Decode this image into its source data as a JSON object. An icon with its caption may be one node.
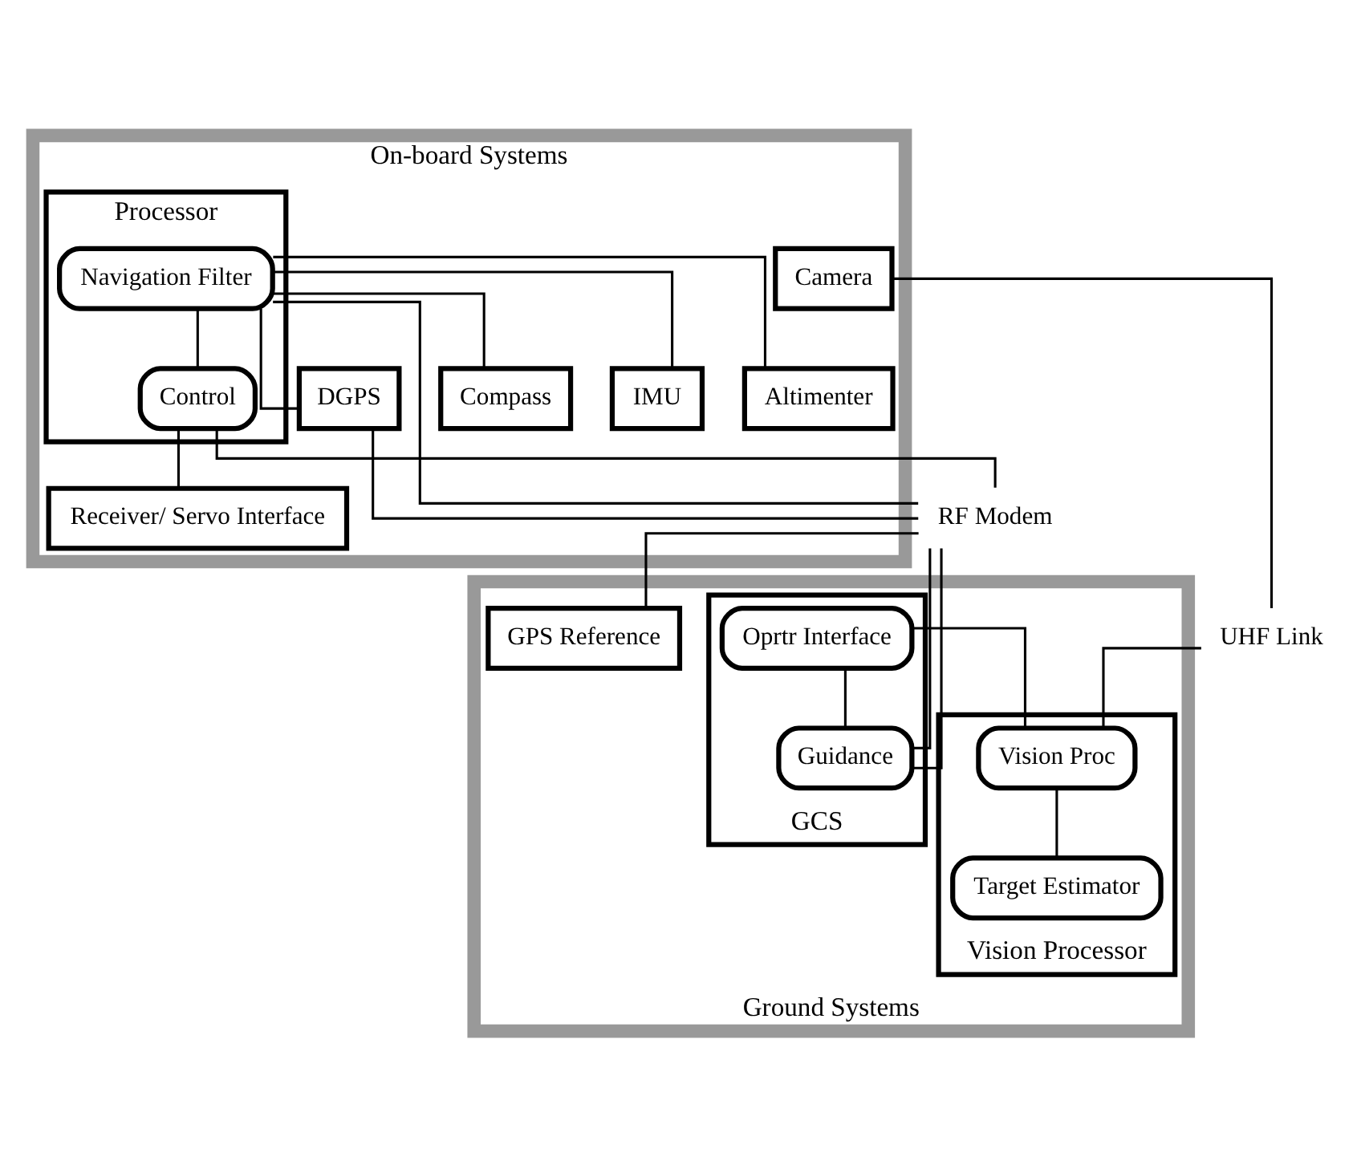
{
  "diagram": {
    "nodes": [
      {
        "text": [
          "On-board Systems"
        ]
      },
      {
        "text": [
          "IMU"
        ],
        "in": 0
      },
      {
        "text": [
          "Altimenter"
        ],
        "in": 0
      },
      {
        "text": [
          "Processor"
        ],
        "in": 0
      },
      {
        "text": [
          "Navigation Filter"
        ],
        "in": 3
      },
      {
        "text": [
          "Control"
        ],
        "in": 3
      },
      {
        "text": [
          "Receiver/ Servo Interface"
        ],
        "in": 0
      },
      {
        "text": [
          "DGPS"
        ],
        "in": 0
      },
      {
        "text": [
          "Compass"
        ],
        "in": 0
      },
      {
        "text": [
          "Camera"
        ],
        "in": 0
      },
      {
        "text": [
          "RF Modem"
        ]
      },
      {
        "text": [
          "UHF Link"
        ]
      },
      {
        "text": [
          "Ground Systems"
        ]
      },
      {
        "text": [
          "GPS Reference"
        ],
        "in": 12
      },
      {
        "text": [
          "GCS"
        ],
        "in": 12
      },
      {
        "text": [
          "Oprtr Interface"
        ],
        "in": 14
      },
      {
        "text": [
          "Guidance"
        ],
        "in": 14
      },
      {
        "text": [
          "Vision Processor"
        ],
        "in": 12
      },
      {
        "text": [
          "Vision Proc"
        ],
        "in": 17
      },
      {
        "text": [
          "Target Estimator"
        ],
        "in": 17
      }
    ],
    "edges": [
      {
        "from": 1,
        "to": 4,
        "arrow": "none"
      },
      {
        "from": 2,
        "to": 4,
        "arrow": "none"
      },
      {
        "from": 7,
        "to": 4,
        "arrow": "none"
      },
      {
        "from": 8,
        "to": 4,
        "arrow": "none"
      },
      {
        "from": 4,
        "to": 5,
        "arrow": "none"
      },
      {
        "from": 5,
        "to": 6,
        "arrow": "none"
      },
      {
        "from": 7,
        "to": 10,
        "arrow": "none"
      },
      {
        "from": 4,
        "to": 10,
        "arrow": "none"
      },
      {
        "from": 5,
        "to": 10,
        "arrow": "none"
      },
      {
        "from": 9,
        "to": 11,
        "arrow": "none"
      },
      {
        "from": 10,
        "to": 13,
        "arrow": "none"
      },
      {
        "from": 10,
        "to": 16,
        "arrow": "none"
      },
      {
        "from": 10,
        "to": 16,
        "arrow": "none"
      },
      {
        "from": 15,
        "to": 16,
        "arrow": "none"
      },
      {
        "from": 15,
        "to": 18,
        "arrow": "none"
      },
      {
        "from": 11,
        "to": 18,
        "arrow": "none"
      },
      {
        "from": 18,
        "to": 19,
        "arrow": "none"
      }
    ]
  }
}
